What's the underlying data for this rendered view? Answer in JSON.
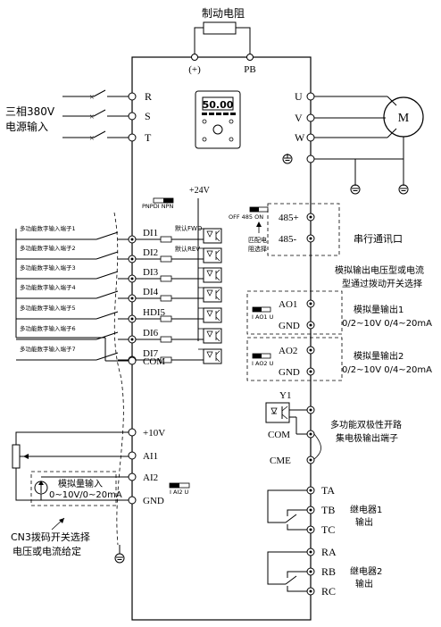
{
  "title": "制动电阻",
  "power_input": {
    "line1": "三相380V",
    "line2": "电源输入"
  },
  "top_terminals": [
    "(+)",
    "PB"
  ],
  "inputs": [
    "R",
    "S",
    "T"
  ],
  "outputs": [
    "U",
    "V",
    "W"
  ],
  "motor": "M",
  "keypad_display": "50.00",
  "npn_pnp": "PNPDI NPN",
  "supply": "+24V",
  "di_terminals": [
    "DI1",
    "DI2",
    "DI3",
    "DI4",
    "HDI5",
    "DI6",
    "DI7"
  ],
  "di_descriptions": [
    "多功能数字输入端子1",
    "多功能数字输入端子2",
    "多功能数字输入端子3",
    "多功能数字输入端子4",
    "多功能数字输入端子5",
    "多功能数字输入端子6",
    "多功能数字输入端子7"
  ],
  "di_defaults": {
    "fwd": "默认FWD",
    "rev": "默认REV"
  },
  "com": "COM",
  "rs485": {
    "switch": "OFF 485 ON",
    "plus": "485+",
    "minus": "485-",
    "label": "串行通讯口",
    "resistor_line1": "匹配电",
    "resistor_line2": "阻选择"
  },
  "ao_note": {
    "line1": "模拟输出电压型或电流",
    "line2": "型通过拨动开关选择"
  },
  "ao1": {
    "terminal": "AO1",
    "gnd": "GND",
    "switch": "I AO1 U",
    "label": "模拟量输出1",
    "range": "0/2~10V  0/4~20mA"
  },
  "ao2": {
    "terminal": "AO2",
    "gnd": "GND",
    "switch": "I AO2 U",
    "label": "模拟量输出2",
    "range": "0/2~10V  0/4~20mA"
  },
  "y1": {
    "terminal": "Y1",
    "com": "COM",
    "cme": "CME",
    "label1": "多功能双极性开路",
    "label2": "集电极输出端子"
  },
  "analog": {
    "plus10": "+10V",
    "ai1": "AI1",
    "ai2": "AI2",
    "gnd": "GND",
    "input_label": "模拟量输入",
    "input_range": "0~10V/0~20mA",
    "switch": "I AI2 U"
  },
  "cn3": {
    "line1": "CN3拨码开关选择",
    "line2": "电压或电流给定"
  },
  "relay1": {
    "terminals": [
      "TA",
      "TB",
      "TC"
    ],
    "label1": "继电器1",
    "label2": "输出"
  },
  "relay2": {
    "terminals": [
      "RA",
      "RB",
      "RC"
    ],
    "label1": "继电器2",
    "label2": "输出"
  }
}
